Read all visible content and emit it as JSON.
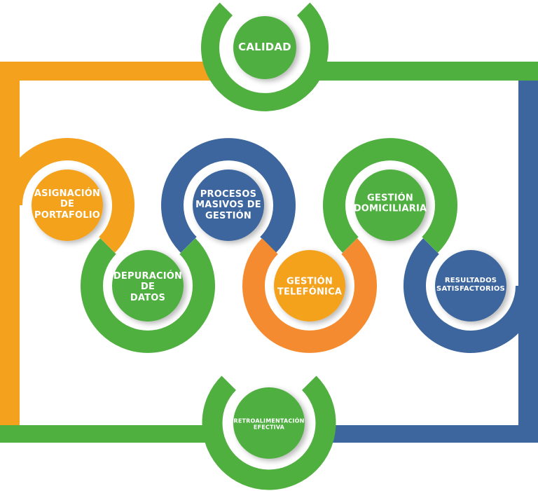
{
  "colors": {
    "orange": "#F4A11D",
    "green": "#4FAF3F",
    "blue": "#3E669E",
    "dark_orange": "#F58B31"
  },
  "nodes": {
    "calidad": {
      "lines": [
        "CALIDAD"
      ]
    },
    "asignacion": {
      "lines": [
        "ASIGNACIÓN",
        "DE",
        "PORTAFOLIO"
      ]
    },
    "depuracion": {
      "lines": [
        "DEPURACIÓN",
        "DE",
        "DATOS"
      ]
    },
    "procesos": {
      "lines": [
        "PROCESOS",
        "MASIVOS DE",
        "GESTIÓN"
      ]
    },
    "telefonica": {
      "lines": [
        "GESTIÓN",
        "TELEFÓNICA"
      ]
    },
    "domiciliaria": {
      "lines": [
        "GESTIÓN",
        "DOMICILIARIA"
      ]
    },
    "resultados": {
      "lines": [
        "RESULTADOS",
        "SATISFACTORIOS"
      ]
    },
    "retro": {
      "lines": [
        "RETROALIMENTACIÓN",
        "EFECTIVA"
      ]
    }
  }
}
